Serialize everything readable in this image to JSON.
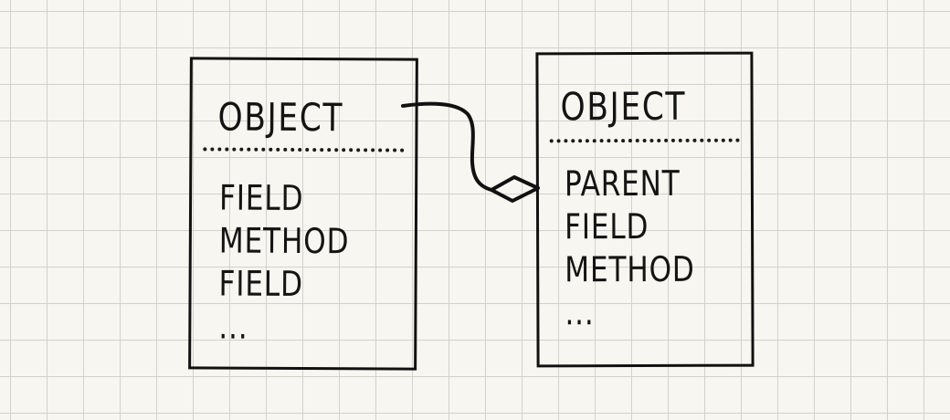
{
  "diagram": {
    "left_object": {
      "title": "OBJECT",
      "members": [
        "FIELD",
        "METHOD",
        "FIELD",
        "..."
      ]
    },
    "right_object": {
      "title": "OBJECT",
      "members": [
        "PARENT",
        "FIELD",
        "METHOD",
        "..."
      ]
    },
    "relationship": "aggregation"
  },
  "colors": {
    "ink": "#111111",
    "paper": "#f7f6f1",
    "grid": "#d2d2cc"
  }
}
